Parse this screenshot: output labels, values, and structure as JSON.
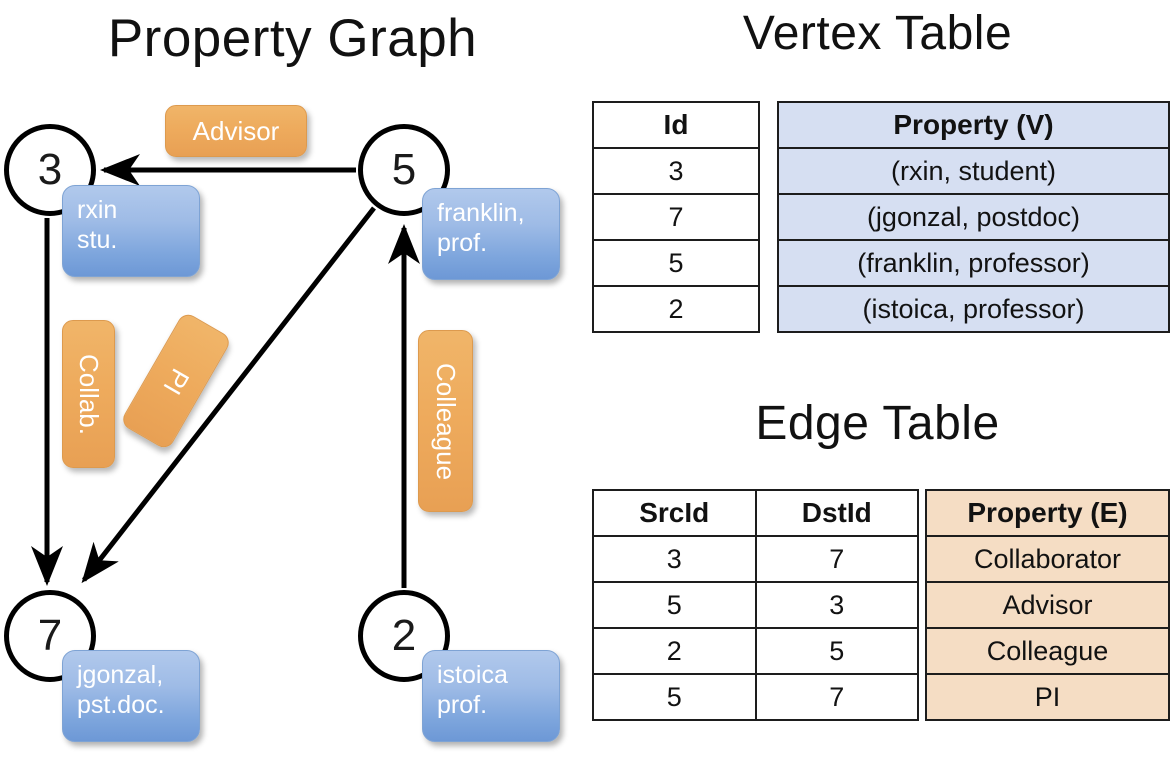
{
  "titles": {
    "property_graph": "Property Graph",
    "vertex_table": "Vertex Table",
    "edge_table": "Edge Table"
  },
  "colors": {
    "vertex_table_fill": "#d6dff2",
    "edge_table_fill": "#f5ddc4",
    "vertex_box_blue": "#7ea6dd",
    "edge_label_orange": "#eeab5d",
    "stroke": "#000000"
  },
  "graph": {
    "vertices": [
      {
        "id": "3",
        "property_lines": [
          "rxin",
          "stu."
        ]
      },
      {
        "id": "5",
        "property_lines": [
          "franklin,",
          "prof."
        ]
      },
      {
        "id": "7",
        "property_lines": [
          "jgonzal,",
          "pst.doc."
        ]
      },
      {
        "id": "2",
        "property_lines": [
          "istoica",
          "prof."
        ]
      }
    ],
    "edge_labels": [
      {
        "name": "advisor",
        "text": "Advisor",
        "orientation": "horizontal"
      },
      {
        "name": "collab",
        "text": "Collab.",
        "orientation": "vertical"
      },
      {
        "name": "pi",
        "text": "PI",
        "orientation": "rotated"
      },
      {
        "name": "colleague",
        "text": "Colleague",
        "orientation": "vertical"
      }
    ]
  },
  "vertex_table": {
    "id_header": "Id",
    "property_header": "Property (V)",
    "rows": [
      {
        "id": "3",
        "property": "(rxin, student)"
      },
      {
        "id": "7",
        "property": "(jgonzal, postdoc)"
      },
      {
        "id": "5",
        "property": "(franklin, professor)"
      },
      {
        "id": "2",
        "property": "(istoica, professor)"
      }
    ]
  },
  "edge_table": {
    "src_header": "SrcId",
    "dst_header": "DstId",
    "property_header": "Property (E)",
    "rows": [
      {
        "src": "3",
        "dst": "7",
        "property": "Collaborator"
      },
      {
        "src": "5",
        "dst": "3",
        "property": "Advisor"
      },
      {
        "src": "2",
        "dst": "5",
        "property": "Colleague"
      },
      {
        "src": "5",
        "dst": "7",
        "property": "PI"
      }
    ]
  }
}
